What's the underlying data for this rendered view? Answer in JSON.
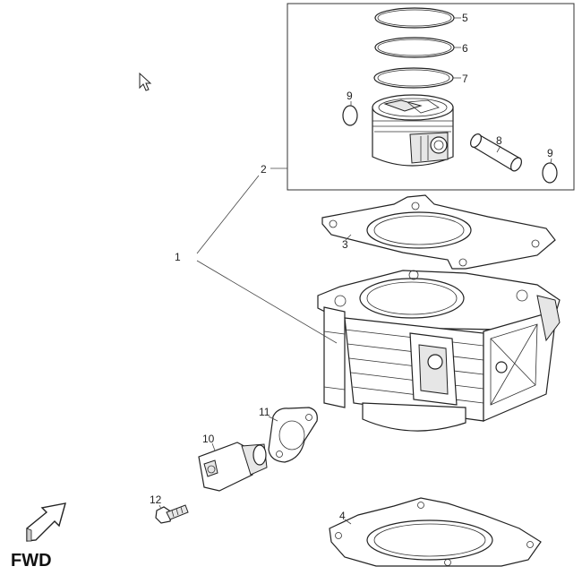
{
  "labels": {
    "cylinder_assembly": "1",
    "piston_kit": "2",
    "head_gasket": "3",
    "base_gasket": "4",
    "ring_top": "5",
    "ring_second": "6",
    "ring_oil": "7",
    "piston_pin": "8",
    "circlip_left": "9",
    "circlip_right": "9",
    "chain_tensioner": "10",
    "tensioner_gasket": "11",
    "bolt": "12"
  },
  "fwd_label": "FWD",
  "icons": {
    "cursor": "mouse-pointer-icon",
    "direction": "forward-arrow-icon"
  }
}
